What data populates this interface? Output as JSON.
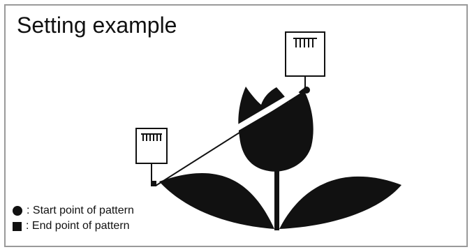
{
  "title": "Setting example",
  "legend": {
    "start": {
      "symbol": "circle",
      "text": ": Start point of pattern"
    },
    "end": {
      "symbol": "square",
      "text": ": End point of pattern"
    }
  },
  "colors": {
    "ink": "#111111",
    "frame": "#9a9a9a",
    "background": "#ffffff"
  }
}
